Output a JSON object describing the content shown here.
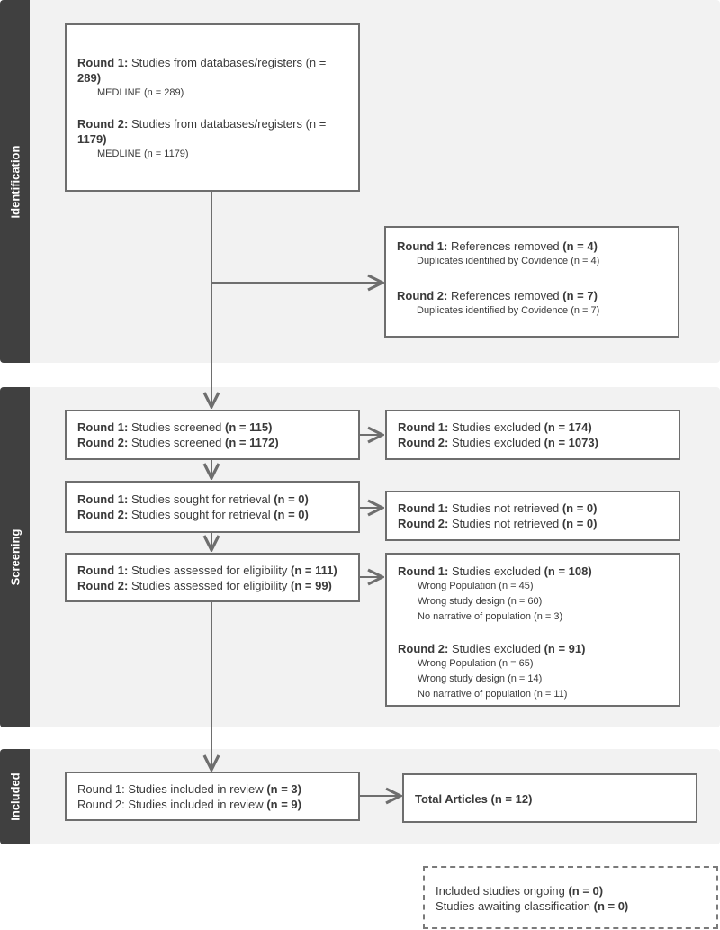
{
  "sections": {
    "identification": "Identification",
    "screening": "Screening",
    "included": "Included"
  },
  "identification_box": {
    "r1_prefix": "Round 1:",
    "r1_text": "Studies from databases/registers (n =",
    "r1_count": "289)",
    "r1_sub": "MEDLINE (n = 289)",
    "r2_prefix": "Round 2:",
    "r2_text": "Studies from databases/registers (n =",
    "r2_count": "1179)",
    "r2_sub": "MEDLINE (n = 1179)"
  },
  "removed_box": {
    "r1_prefix": "Round 1:",
    "r1_text": "References removed",
    "r1_count": "(n = 4)",
    "r1_sub": "Duplicates identified by Covidence (n = 4)",
    "r2_prefix": "Round 2:",
    "r2_text": "References removed",
    "r2_count": "(n = 7)",
    "r2_sub": "Duplicates identified by Covidence (n = 7)"
  },
  "screened_box": {
    "r1_prefix": "Round 1:",
    "r1_text": "Studies screened",
    "r1_count": "(n = 115)",
    "r2_prefix": "Round 2:",
    "r2_text": "Studies screened",
    "r2_count": "(n = 1172)"
  },
  "excluded_box": {
    "r1_prefix": "Round 1:",
    "r1_text": "Studies excluded",
    "r1_count": "(n = 174)",
    "r2_prefix": "Round 2:",
    "r2_text": "Studies excluded",
    "r2_count": "(n = 1073)"
  },
  "sought_box": {
    "r1_prefix": "Round 1:",
    "r1_text": "Studies sought for retrieval",
    "r1_count": "(n = 0)",
    "r2_prefix": "Round 2:",
    "r2_text": "Studies sought for retrieval",
    "r2_count": "(n = 0)"
  },
  "not_retrieved_box": {
    "r1_prefix": "Round 1:",
    "r1_text": "Studies not retrieved",
    "r1_count": "(n = 0)",
    "r2_prefix": "Round 2:",
    "r2_text": "Studies not retrieved",
    "r2_count": "(n = 0)"
  },
  "eligibility_box": {
    "r1_prefix": "Round 1:",
    "r1_text": "Studies assessed for eligibility",
    "r1_count": "(n = 111)",
    "r2_prefix": "Round 2:",
    "r2_text": "Studies assessed for eligibility",
    "r2_count": "(n = 99)"
  },
  "elig_excluded_box": {
    "r1_prefix": "Round 1:",
    "r1_text": "Studies excluded",
    "r1_count": "(n = 108)",
    "r1_reasons": [
      "Wrong Population (n = 45)",
      "Wrong study design (n = 60)",
      "No narrative of population (n = 3)"
    ],
    "r2_prefix": "Round 2:",
    "r2_text": "Studies excluded",
    "r2_count": "(n = 91)",
    "r2_reasons": [
      "Wrong Population (n = 65)",
      "Wrong study design (n = 14)",
      "No narrative of population (n = 11)"
    ]
  },
  "included_box": {
    "r1_text": "Round 1: Studies included in review",
    "r1_count": "(n = 3)",
    "r2_text": "Round 2: Studies included in review",
    "r2_count": "(n = 9)"
  },
  "total_box": {
    "label": "Total Articles",
    "count": "(n = 12)"
  },
  "ongoing_box": {
    "line1_text": "Included studies ongoing",
    "line1_count": "(n = 0)",
    "line2_text": "Studies awaiting classification",
    "line2_count": "(n = 0)"
  }
}
